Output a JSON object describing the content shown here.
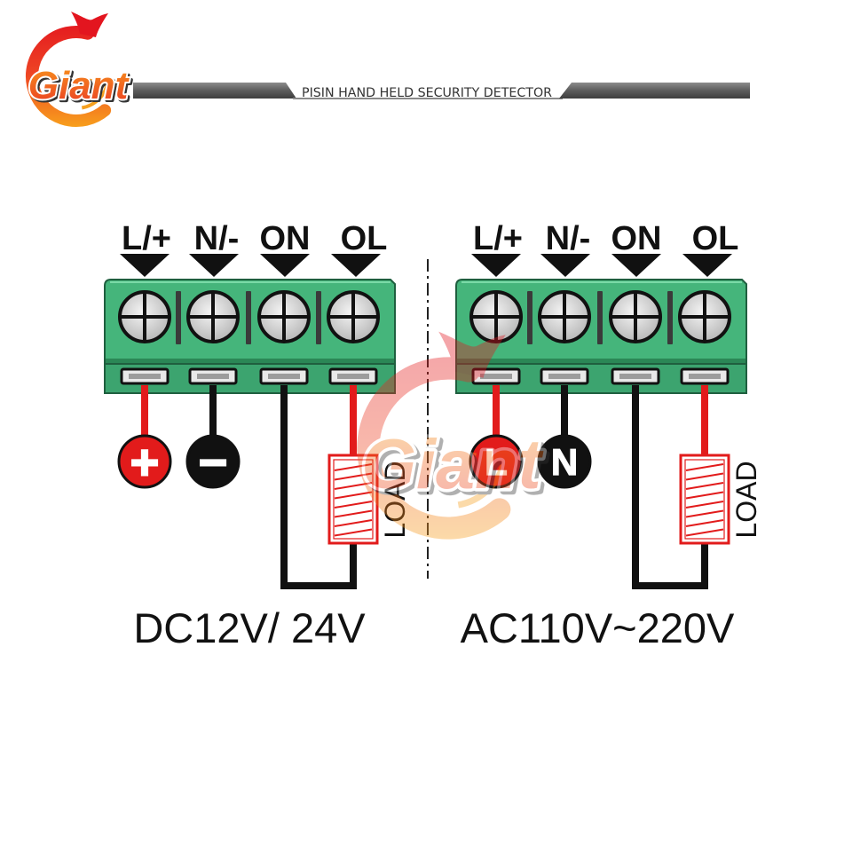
{
  "brand": {
    "logo_text": "Giant"
  },
  "header": {
    "title": "PISIN HAND HELD SECURITY DETECTOR"
  },
  "diagrams": [
    {
      "terminals": [
        "L/+",
        "N/-",
        "ON",
        "OL"
      ],
      "supply_symbols": [
        "+",
        "−"
      ],
      "load_label": "LOAD",
      "voltage": "DC12V/ 24V"
    },
    {
      "terminals": [
        "L/+",
        "N/-",
        "ON",
        "OL"
      ],
      "supply_symbols": [
        "L",
        "N"
      ],
      "load_label": "LOAD",
      "voltage": "AC110V~220V"
    }
  ],
  "colors": {
    "terminal_block": "#45b57b",
    "terminal_block_front": "#3ca46f",
    "live_wire": "#e21b1b",
    "neutral_wire": "#111111",
    "brand_red": "#e3151f",
    "brand_orange": "#f8a21c"
  }
}
